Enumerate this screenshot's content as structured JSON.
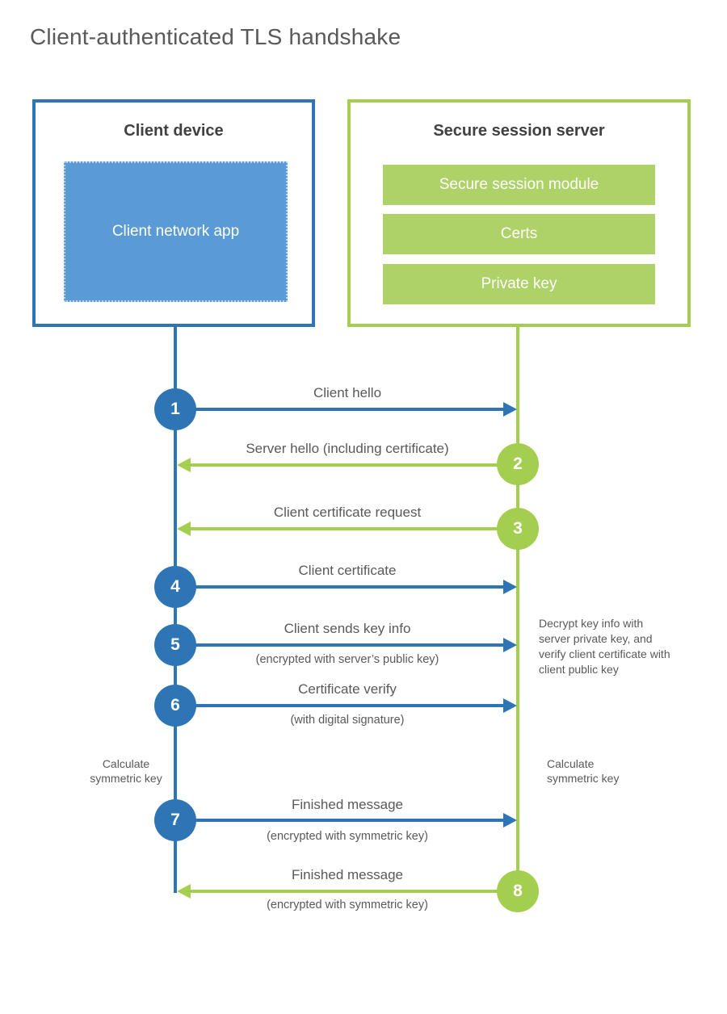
{
  "title": "Client-authenticated TLS handshake",
  "colors": {
    "blue": "#2e75b6",
    "blue_fill": "#5b9bd5",
    "green": "#a4ce50",
    "green_fill": "#aed268"
  },
  "client": {
    "title": "Client device",
    "app_label": "Client network app"
  },
  "server": {
    "title": "Secure session server",
    "modules": [
      "Secure session module",
      "Certs",
      "Private key"
    ]
  },
  "steps": [
    {
      "num": "1",
      "label": "Client hello",
      "sub": "",
      "direction": "client-to-server",
      "color": "blue"
    },
    {
      "num": "2",
      "label": "Server hello (including certificate)",
      "sub": "",
      "direction": "server-to-client",
      "color": "green"
    },
    {
      "num": "3",
      "label": "Client certificate request",
      "sub": "",
      "direction": "server-to-client",
      "color": "green"
    },
    {
      "num": "4",
      "label": "Client certificate",
      "sub": "",
      "direction": "client-to-server",
      "color": "blue"
    },
    {
      "num": "5",
      "label": "Client sends key info",
      "sub": "(encrypted with server’s public key)",
      "direction": "client-to-server",
      "color": "blue"
    },
    {
      "num": "6",
      "label": "Certificate verify",
      "sub": "(with digital signature)",
      "direction": "client-to-server",
      "color": "blue"
    },
    {
      "num": "7",
      "label": "Finished message",
      "sub": "(encrypted with symmetric key)",
      "direction": "client-to-server",
      "color": "blue"
    },
    {
      "num": "8",
      "label": "Finished message",
      "sub": "(encrypted with symmetric key)",
      "direction": "server-to-client",
      "color": "green"
    }
  ],
  "annotations": {
    "decrypt_note": "Decrypt key info with server private key, and verify client certificate with client public key",
    "calculate_left": "Calculate symmetric key",
    "calculate_right": "Calculate symmetric key"
  }
}
